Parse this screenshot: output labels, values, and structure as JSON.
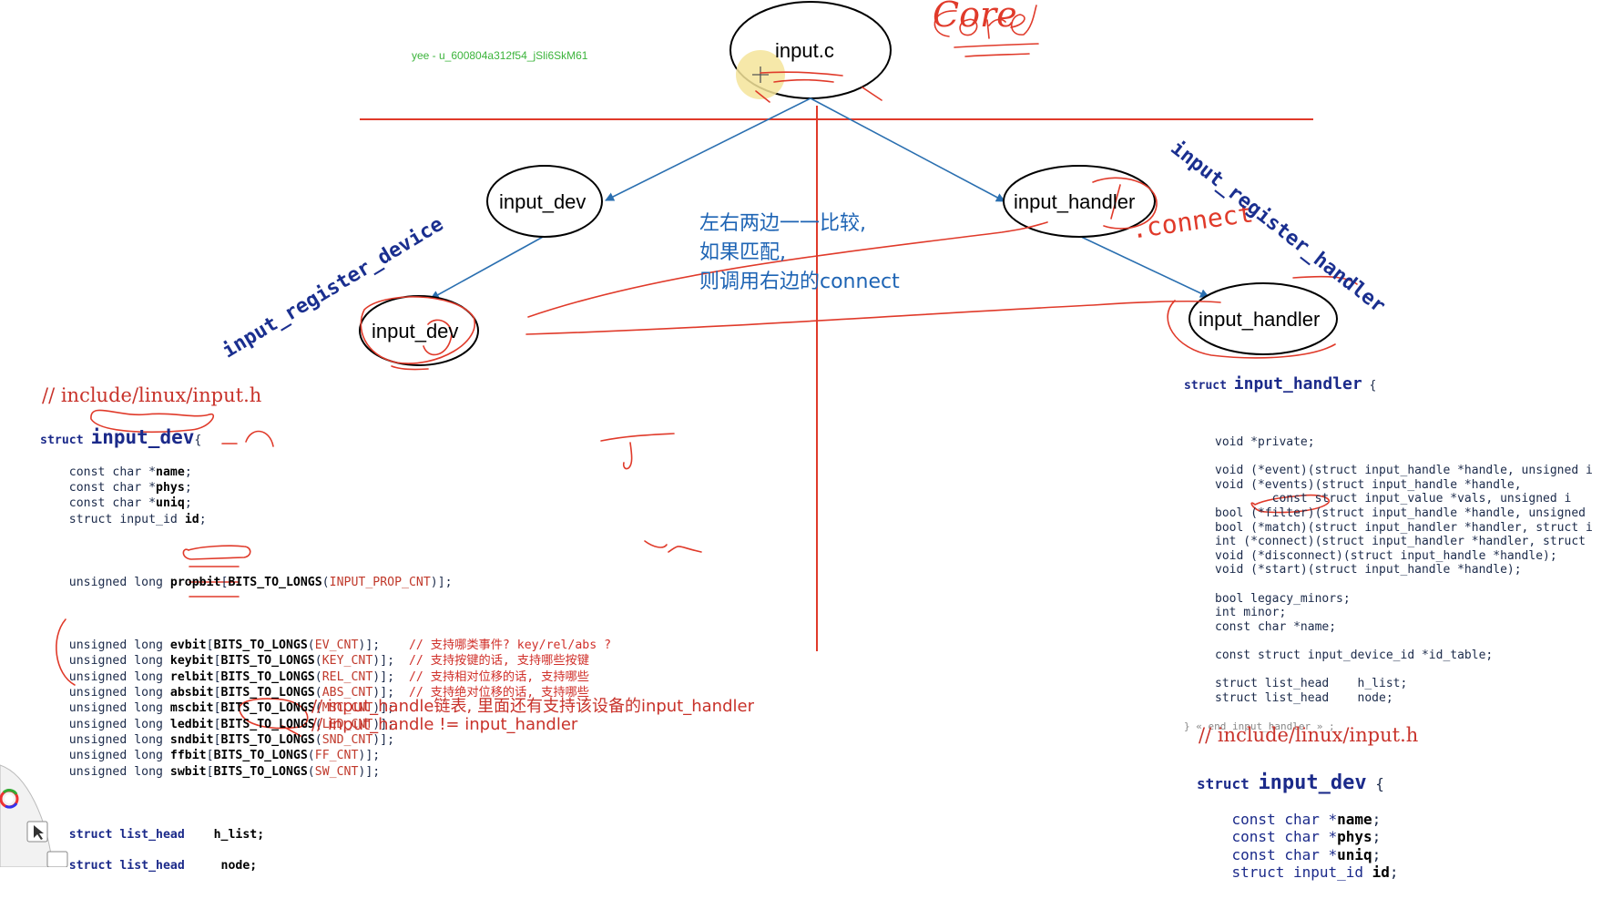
{
  "watermark": "yee - u_600804a312f54_jSli6SkM61",
  "diagram": {
    "nodes": {
      "core": "input.c",
      "dev_top": "input_dev",
      "dev_bottom": "input_dev",
      "handler_top": "input_handler",
      "handler_bottom": "input_handler"
    },
    "labels": {
      "register_device": "input_register_device",
      "register_handler": "input_register_handler",
      "core_note": "Core",
      "connect_note": ".connect"
    },
    "annotation": [
      "左右两边一一比较,",
      "如果匹配,",
      "则调用右边的connect"
    ]
  },
  "left_code": {
    "path": "// include/linux/input.h",
    "struct_kw": "struct",
    "struct_name": "input_dev",
    "open_brace": "{",
    "members": [
      {
        "type": "const char *",
        "name": "name",
        "end": ";"
      },
      {
        "type": "const char *",
        "name": "phys",
        "end": ";"
      },
      {
        "type": "const char *",
        "name": "uniq",
        "end": ";"
      },
      {
        "type": "struct input_id ",
        "name": "id",
        "end": ";"
      }
    ],
    "propbit": {
      "prefix": "unsigned long ",
      "name": "propbit",
      "open": "[",
      "macro": "BITS_TO_LONGS",
      "arg": "INPUT_PROP_CNT",
      "close": ")];"
    },
    "bitfields": [
      {
        "name": "evbit",
        "arg": "EV_CNT",
        "comment": "// 支持哪类事件? key/rel/abs ?"
      },
      {
        "name": "keybit",
        "arg": "KEY_CNT",
        "comment": "// 支持按键的话, 支持哪些按键"
      },
      {
        "name": "relbit",
        "arg": "REL_CNT",
        "comment": "// 支持相对位移的话, 支持哪些"
      },
      {
        "name": "absbit",
        "arg": "ABS_CNT",
        "comment": "// 支持绝对位移的话, 支持哪些"
      },
      {
        "name": "mscbit",
        "arg": "MSC_CNT",
        "comment": ""
      },
      {
        "name": "ledbit",
        "arg": "LED_CNT",
        "comment": ""
      },
      {
        "name": "sndbit",
        "arg": "SND_CNT",
        "comment": ""
      },
      {
        "name": "ffbit",
        "arg": "FF_CNT",
        "comment": ""
      },
      {
        "name": "swbit",
        "arg": "SW_CNT",
        "comment": ""
      }
    ],
    "bit_prefix": "unsigned long ",
    "bit_macro": "BITS_TO_LONGS",
    "list_head": {
      "type": "struct list_head",
      "hlist": "h_list;",
      "node": "node;"
    },
    "notes": [
      "// input_handle链表, 里面还有支持该设备的input_handler",
      "// input_handle != input_handler"
    ]
  },
  "right_code": {
    "struct_kw": "struct",
    "struct_name": "input_handler",
    "open_brace": "{",
    "lines": [
      "void *private;",
      "",
      "void (*event)(struct input_handle *handle, unsigned i",
      "void (*events)(struct input_handle *handle,",
      "        const struct input_value *vals, unsigned i",
      "bool (*filter)(struct input_handle *handle, unsigned",
      "bool (*match)(struct input_handler *handler, struct i",
      "int (*connect)(struct input_handler *handler, struct",
      "void (*disconnect)(struct input_handle *handle);",
      "void (*start)(struct input_handle *handle);",
      "",
      "bool legacy_minors;",
      "int minor;",
      "const char *name;",
      "",
      "const struct input_device_id *id_table;",
      "",
      "struct list_head    h_list;",
      "struct list_head    node;"
    ],
    "end_line": "} « end input_handler » ;"
  },
  "right_code2": {
    "path": "// include/linux/input.h",
    "struct_kw": "struct",
    "struct_name": "input_dev",
    "open_brace": "{",
    "lines": [
      {
        "type": "const char *",
        "name": "name",
        "end": ";"
      },
      {
        "type": "const char *",
        "name": "phys",
        "end": ";"
      },
      {
        "type": "const char *",
        "name": "uniq",
        "end": ";"
      },
      {
        "type": "struct input_id ",
        "name": "id",
        "end": ";"
      }
    ]
  }
}
